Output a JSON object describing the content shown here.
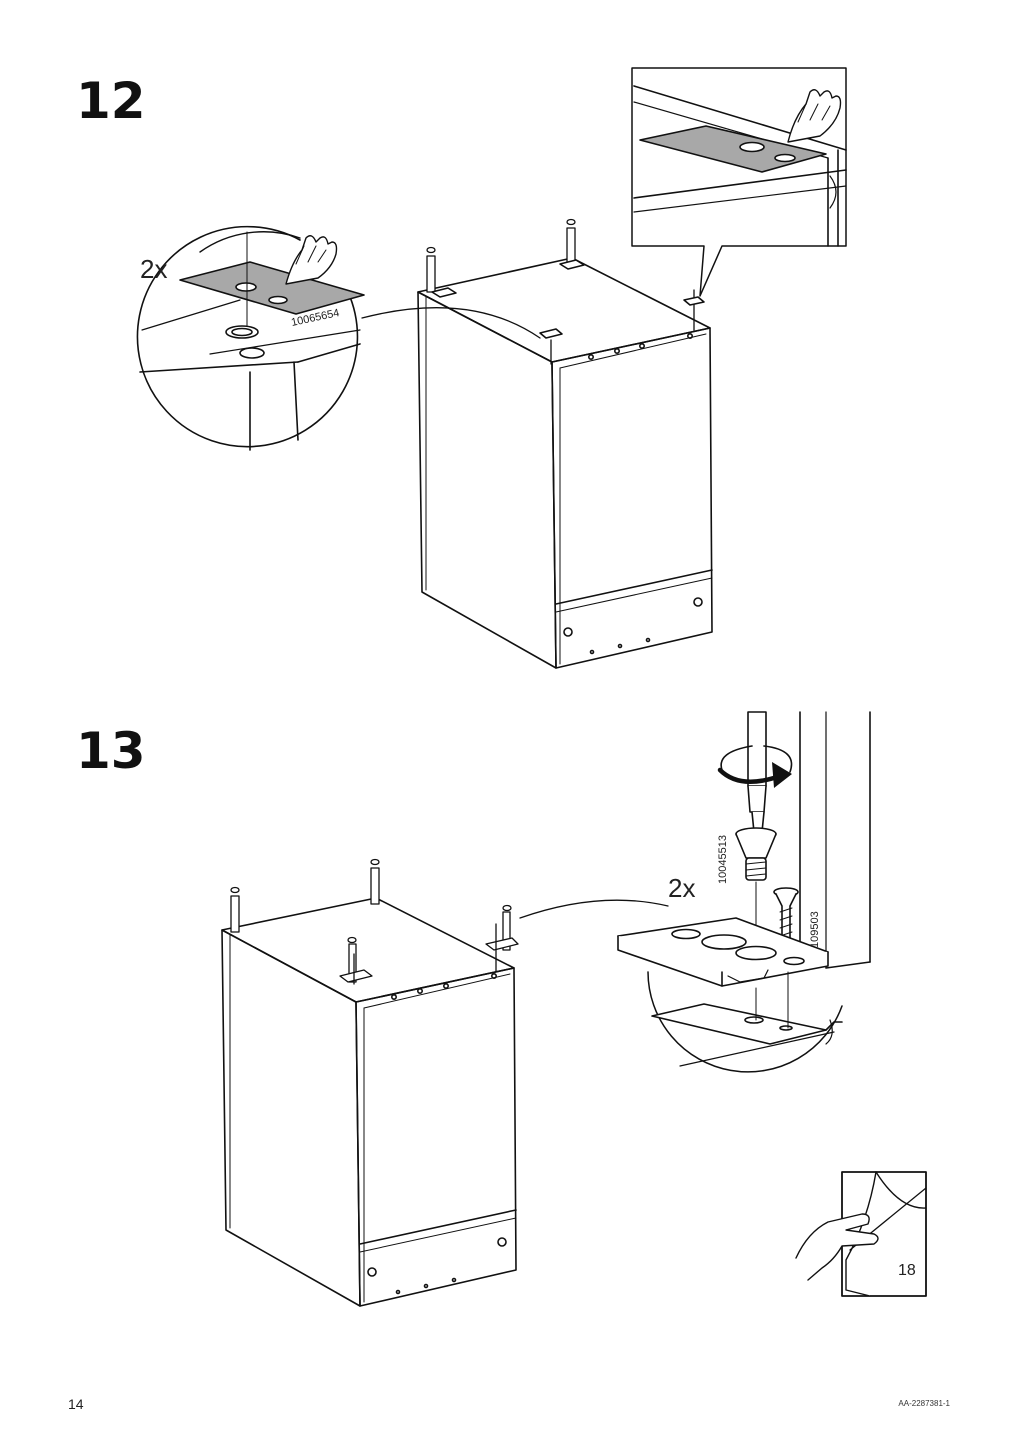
{
  "page": {
    "page_number": "14",
    "document_code": "AA-2287381-1"
  },
  "step12": {
    "number": "12",
    "quantity": "2x",
    "part_number": "10065654"
  },
  "step13": {
    "number": "13",
    "quantity": "2x",
    "part_number_bolt": "10045513",
    "part_number_screw": "109503"
  },
  "next_page_hint": {
    "page": "18",
    "icon": "page-turn-hand-icon"
  }
}
